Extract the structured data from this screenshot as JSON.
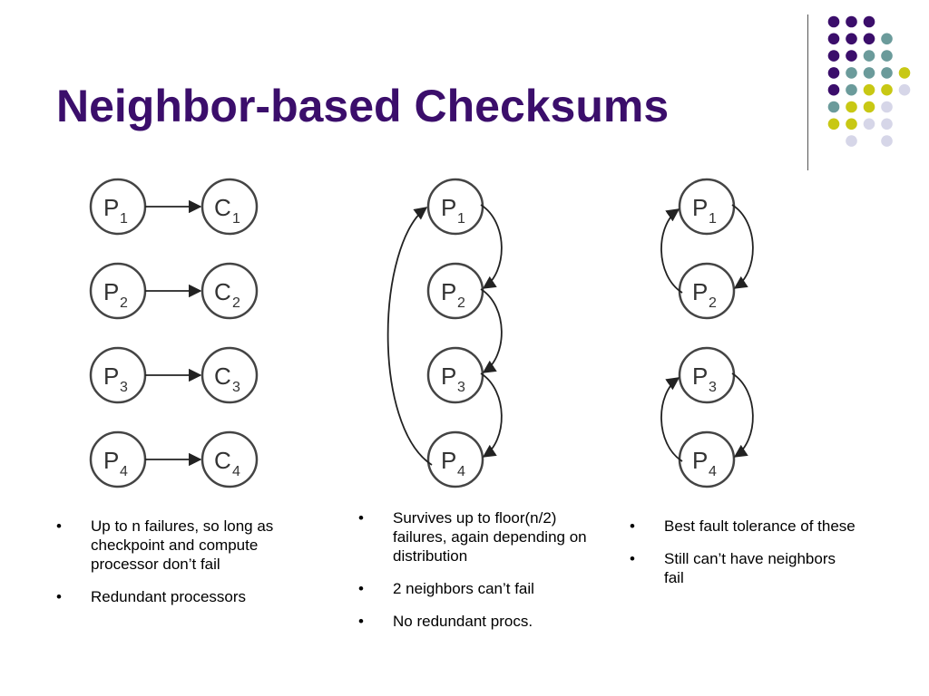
{
  "slide": {
    "title": "Neighbor-based Checksums"
  },
  "colors": {
    "title": "#3b0e6b",
    "dot_purple": "#3b0e6b",
    "dot_teal": "#6b9b9b",
    "dot_yellow": "#c8c814",
    "dot_lavender": "#d6d6e8"
  },
  "diagrams": {
    "left": {
      "pairs": [
        {
          "p": "P",
          "p_sub": "1",
          "c": "C",
          "c_sub": "1"
        },
        {
          "p": "P",
          "p_sub": "2",
          "c": "C",
          "c_sub": "2"
        },
        {
          "p": "P",
          "p_sub": "3",
          "c": "C",
          "c_sub": "3"
        },
        {
          "p": "P",
          "p_sub": "4",
          "c": "C",
          "c_sub": "4"
        }
      ]
    },
    "middle": {
      "nodes": [
        {
          "p": "P",
          "sub": "1"
        },
        {
          "p": "P",
          "sub": "2"
        },
        {
          "p": "P",
          "sub": "3"
        },
        {
          "p": "P",
          "sub": "4"
        }
      ]
    },
    "right": {
      "nodes": [
        {
          "p": "P",
          "sub": "1"
        },
        {
          "p": "P",
          "sub": "2"
        },
        {
          "p": "P",
          "sub": "3"
        },
        {
          "p": "P",
          "sub": "4"
        }
      ]
    }
  },
  "columns": {
    "col1": {
      "bullet": "•",
      "items": [
        "Up to n failures, so long as checkpoint and compute processor don’t fail",
        "Redundant processors"
      ]
    },
    "col2": {
      "bullet": "•",
      "items": [
        "Survives up to floor(n/2) failures, again depending on distribution",
        "2 neighbors can’t fail",
        "No redundant procs."
      ]
    },
    "col3": {
      "bullet": "•",
      "items": [
        "Best fault tolerance of these",
        "Still can’t have neighbors fail"
      ]
    }
  }
}
